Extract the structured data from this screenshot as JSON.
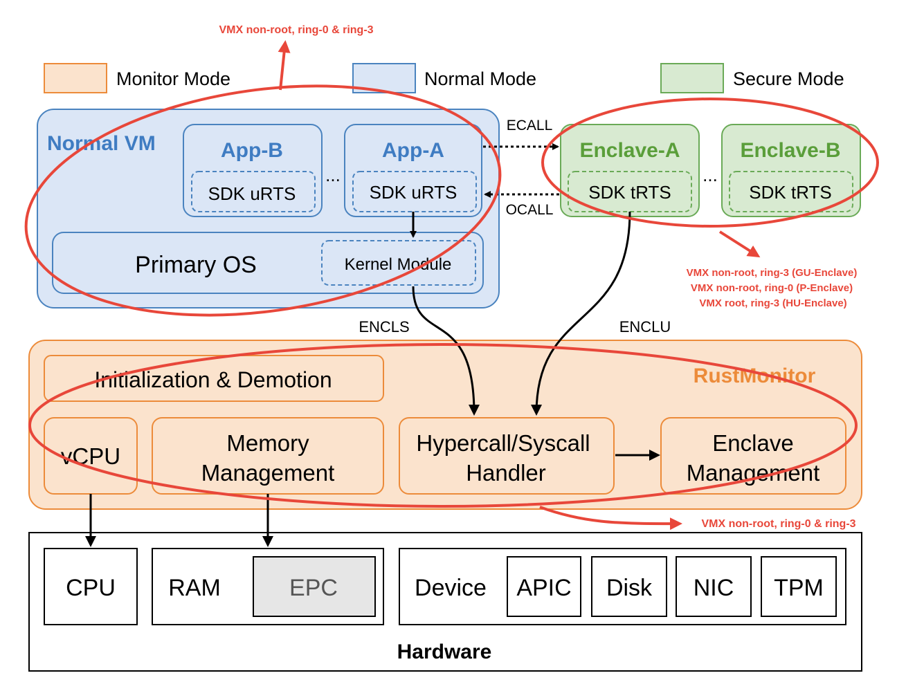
{
  "legend": {
    "monitor": "Monitor Mode",
    "normal": "Normal Mode",
    "secure": "Secure Mode"
  },
  "normal_vm": {
    "title": "Normal VM",
    "app_b": {
      "title": "App-B",
      "runtime": "SDK uRTS"
    },
    "app_a": {
      "title": "App-A",
      "runtime": "SDK uRTS"
    },
    "ellipsis": "...",
    "primary_os": "Primary OS",
    "kernel_module": "Kernel Module"
  },
  "enclaves": {
    "enclave_a": {
      "title": "Enclave-A",
      "runtime": "SDK tRTS"
    },
    "enclave_b": {
      "title": "Enclave-B",
      "runtime": "SDK tRTS"
    },
    "ellipsis": "..."
  },
  "calls": {
    "ecall": "ECALL",
    "ocall": "OCALL",
    "encls": "ENCLS",
    "enclu": "ENCLU"
  },
  "monitor": {
    "title": "RustMonitor",
    "init": "Initialization & Demotion",
    "vcpu": "vCPU",
    "memory": [
      "Memory",
      "Management"
    ],
    "handler": [
      "Hypercall/Syscall",
      "Handler"
    ],
    "enclave_mgmt": [
      "Enclave",
      "Management"
    ]
  },
  "hardware": {
    "title": "Hardware",
    "cpu": "CPU",
    "ram": "RAM",
    "epc": "EPC",
    "device": "Device",
    "apic": "APIC",
    "disk": "Disk",
    "nic": "NIC",
    "tpm": "TPM"
  },
  "annotations": {
    "top": "VMX non-root, ring-0 & ring-3",
    "enclave_lines": [
      "VMX non-root, ring-3 (GU-Enclave)",
      "VMX non-root, ring-0 (P-Enclave)",
      "VMX root, ring-3 (HU-Enclave)"
    ],
    "monitor": "VMX non-root, ring-0 & ring-3"
  },
  "colors": {
    "monitor_fill": "#fbe3cd",
    "monitor_stroke": "#ec8b3a",
    "normal_fill": "#dbe6f6",
    "normal_stroke": "#4a83bf",
    "secure_fill": "#d8ead1",
    "secure_stroke": "#6aaa57",
    "normal_title": "#3f7cc2",
    "secure_title": "#5a9e3a",
    "monitor_title": "#ec8b3a",
    "annotation_red": "#e8473a",
    "epc_fill": "#e6e6e6"
  }
}
